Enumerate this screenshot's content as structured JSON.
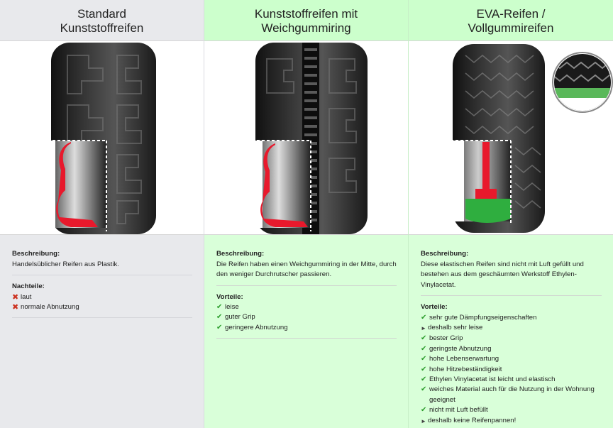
{
  "columns": [
    {
      "title": "Standard\nKunststoffreifen",
      "description_label": "Beschreibung:",
      "description": "Handelsüblicher Reifen aus Plastik.",
      "list_label": "Nachteile:",
      "items": [
        {
          "icon": "cross-icon",
          "text": "laut"
        },
        {
          "icon": "cross-icon",
          "text": "normale Abnutzung"
        }
      ]
    },
    {
      "title": "Kunststoffreifen mit\nWeichgummiring",
      "description_label": "Beschreibung:",
      "description": "Die Reifen haben einen Weichgummiring in der Mitte, durch den weniger Durchrutscher passieren.",
      "list_label": "Vorteile:",
      "items": [
        {
          "icon": "check-icon",
          "text": "leise"
        },
        {
          "icon": "check-icon",
          "text": "guter Grip"
        },
        {
          "icon": "check-icon",
          "text": "geringere Abnutzung"
        }
      ]
    },
    {
      "title": "EVA-Reifen /\nVollgummireifen",
      "description_label": "Beschreibung:",
      "description": "Diese elastischen Reifen sind nicht mit Luft gefüllt und bestehen aus dem geschäumten Werkstoff Ethylen-Vinylacetat.",
      "list_label": "Vorteile:",
      "items": [
        {
          "icon": "check-icon",
          "text": "sehr gute Dämpfungseigenschaften"
        },
        {
          "icon": "arrow-icon",
          "text": "deshalb sehr leise"
        },
        {
          "icon": "check-icon",
          "text": "bester Grip"
        },
        {
          "icon": "check-icon",
          "text": "geringste Abnutzung"
        },
        {
          "icon": "check-icon",
          "text": "hohe Lebenserwartung"
        },
        {
          "icon": "check-icon",
          "text": "hohe Hitzebeständigkeit"
        },
        {
          "icon": "check-icon",
          "text": "Ethylen Vinylacetat ist leicht und elastisch"
        },
        {
          "icon": "check-icon",
          "text": "weiches Material auch für die Nutzung in der Wohnung geeignet"
        },
        {
          "icon": "check-icon",
          "text": "nicht mit Luft befüllt"
        },
        {
          "icon": "arrow-icon",
          "text": "deshalb keine Reifenpannen!"
        }
      ]
    }
  ],
  "colors": {
    "standard_bg": "#e8e9ec",
    "green_bg": "#d9ffd9",
    "green_header": "#ccffcc",
    "check": "#2e9e2e",
    "cross": "#cc3322",
    "tire_red": "#e8192c",
    "eva_green": "#2fae3f"
  }
}
